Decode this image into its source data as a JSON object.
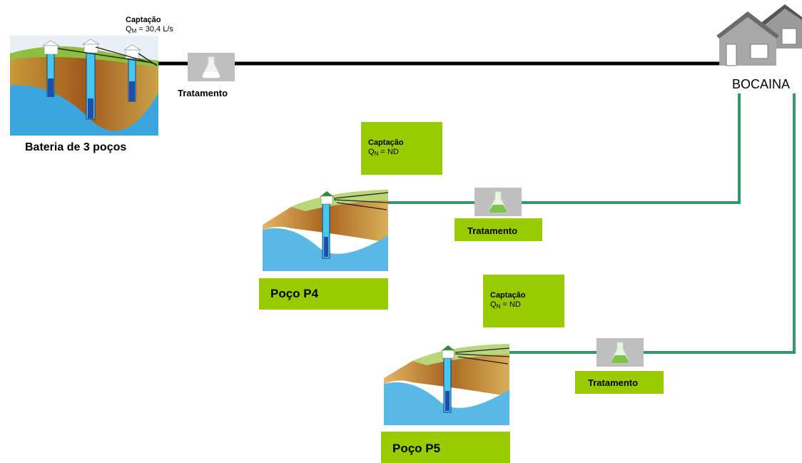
{
  "main_well": {
    "name": "Bateria de 3 poços",
    "captacao_title": "Captação",
    "captacao_q_prefix": "Q",
    "captacao_q_sub": "M",
    "captacao_q_value": " = 30,4 L/s",
    "treatment_label": "Tratamento"
  },
  "destination": {
    "name": "BOCAINA"
  },
  "well_p4": {
    "name": "Poço P4",
    "captacao_title": "Captação",
    "captacao_q_prefix": "Q",
    "captacao_q_sub": "N",
    "captacao_q_value": " = ND",
    "treatment_label": "Tratamento"
  },
  "well_p5": {
    "name": "Poço P5",
    "captacao_title": "Captação",
    "captacao_q_prefix": "Q",
    "captacao_q_sub": "N",
    "captacao_q_value": " = ND",
    "treatment_label": "Tratamento"
  },
  "colors": {
    "existing_pipe": "#000000",
    "new_pipe": "#339966",
    "label_box": "#99cc00"
  }
}
